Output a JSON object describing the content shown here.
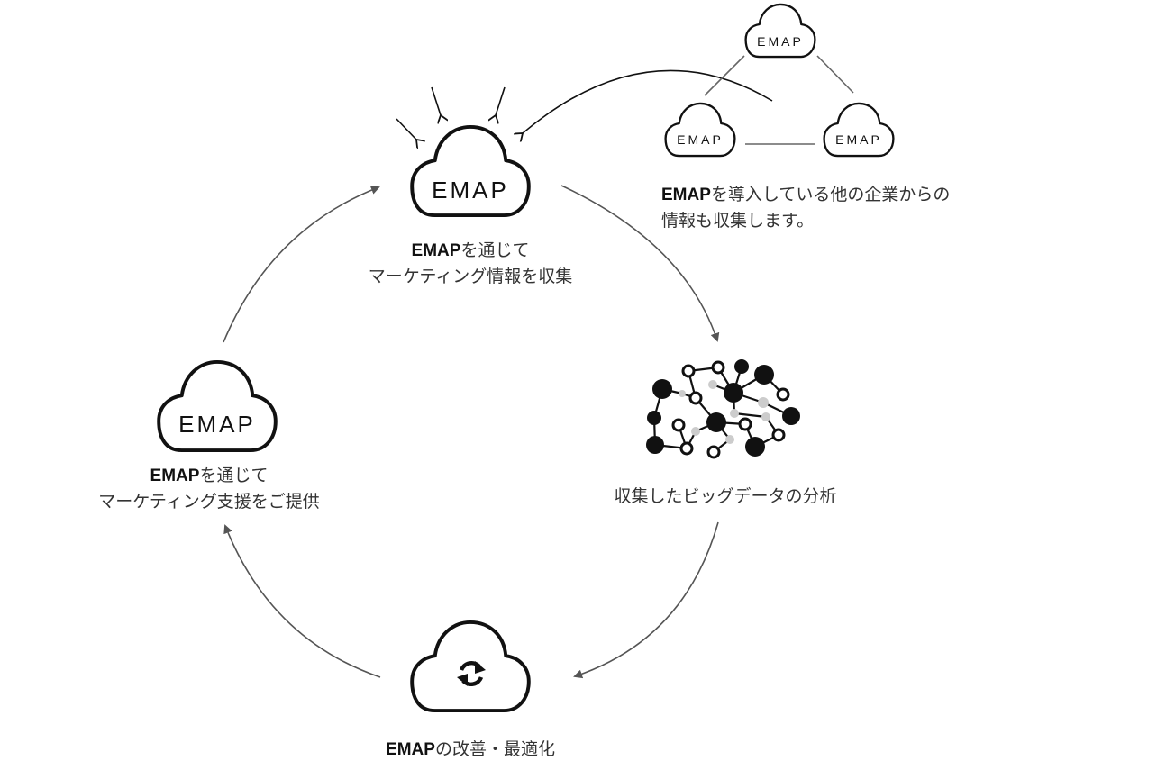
{
  "diagram": {
    "title": "EMAP marketing cycle",
    "colors": {
      "stroke": "#111111",
      "arrow": "#555555",
      "node_gray": "#cccccc",
      "link_gray": "#666666"
    },
    "cloud_label": "EMAP",
    "steps": [
      {
        "id": "collect",
        "bold": "EMAP",
        "line1": "を通じて",
        "line2": "マーケティング情報を収集"
      },
      {
        "id": "analyze",
        "bold": "",
        "line1": "収集したビッグデータの分析",
        "line2": ""
      },
      {
        "id": "optimize",
        "bold": "EMAP",
        "line1": "の改善・最適化",
        "line2": ""
      },
      {
        "id": "support",
        "bold": "EMAP",
        "line1": "を通じて",
        "line2": "マーケティング支援をご提供"
      }
    ],
    "network": {
      "clouds": [
        "EMAP",
        "EMAP",
        "EMAP"
      ],
      "note_bold": "EMAP",
      "note_line1": "を導入している他の企業からの",
      "note_line2": "情報も収集します。"
    },
    "icons": {
      "step_collect": "cloud-icon",
      "step_analyze": "big-data-network-icon",
      "step_optimize": "cloud-refresh-icon",
      "step_support": "cloud-icon"
    }
  }
}
